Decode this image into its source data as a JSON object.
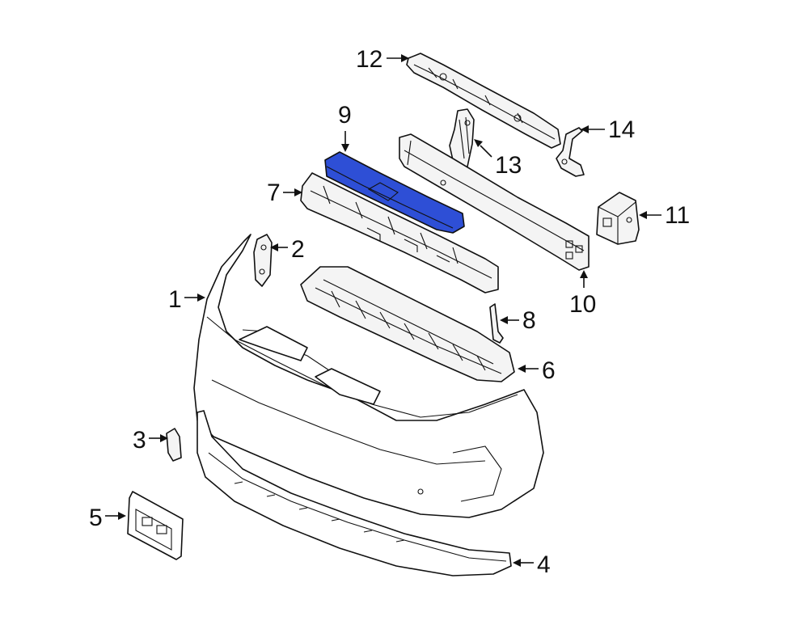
{
  "diagram": {
    "highlight_color": "#2e4fd6",
    "line_color": "#111111",
    "callouts": [
      {
        "id": "1",
        "label": "1"
      },
      {
        "id": "2",
        "label": "2"
      },
      {
        "id": "3",
        "label": "3"
      },
      {
        "id": "4",
        "label": "4"
      },
      {
        "id": "5",
        "label": "5"
      },
      {
        "id": "6",
        "label": "6"
      },
      {
        "id": "7",
        "label": "7"
      },
      {
        "id": "8",
        "label": "8"
      },
      {
        "id": "9",
        "label": "9"
      },
      {
        "id": "10",
        "label": "10"
      },
      {
        "id": "11",
        "label": "11"
      },
      {
        "id": "12",
        "label": "12"
      },
      {
        "id": "13",
        "label": "13"
      },
      {
        "id": "14",
        "label": "14"
      }
    ],
    "highlighted_part": "9"
  }
}
